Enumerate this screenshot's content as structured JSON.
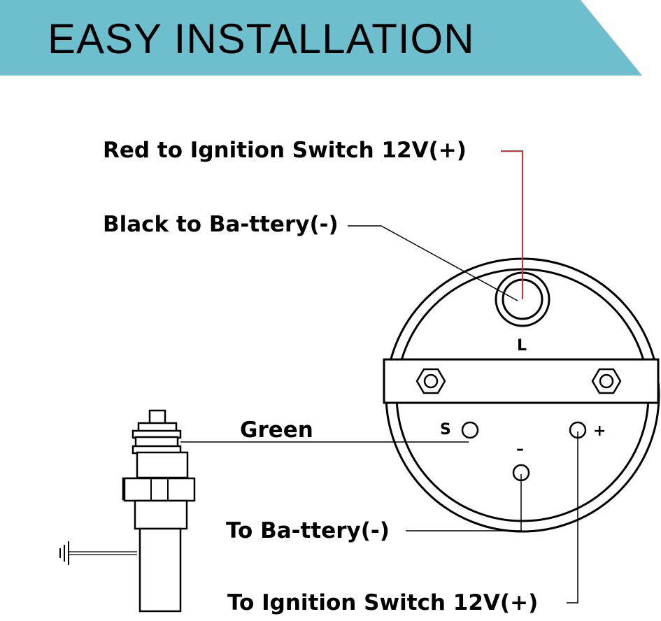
{
  "banner": {
    "title": "EASY INSTALLATION",
    "color": "#6DBFCD"
  },
  "labels": {
    "red_wire": "Red to Ignition Switch 12V(+)",
    "black_wire": "Black to Ba-ttery(-)",
    "green_wire": "Green",
    "to_battery": "To Ba-ttery(-)",
    "to_ignition": "To Ignition Switch 12V(+)"
  },
  "terminals": {
    "lamp": "L",
    "sender": "S",
    "negative": "–",
    "positive": "+"
  },
  "colors": {
    "red_wire": "#D32F2F",
    "line": "#000000"
  }
}
